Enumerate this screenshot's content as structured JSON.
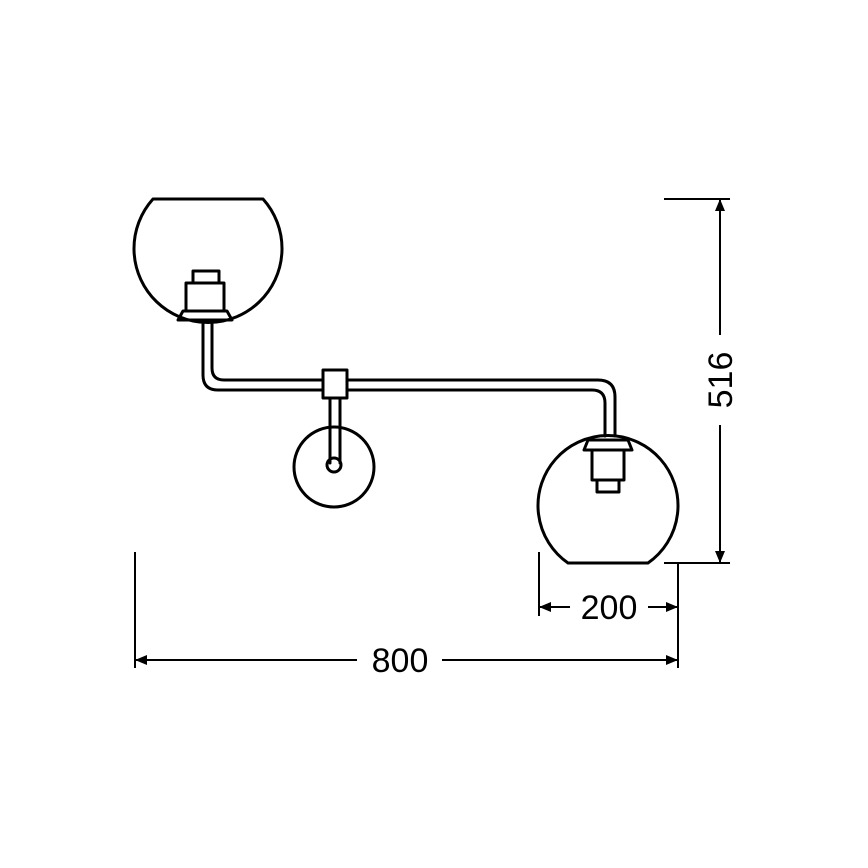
{
  "dimensions": {
    "total_width": "800",
    "globe_diameter": "200",
    "total_height": "516"
  },
  "colors": {
    "line": "#000000",
    "background": "#ffffff"
  }
}
